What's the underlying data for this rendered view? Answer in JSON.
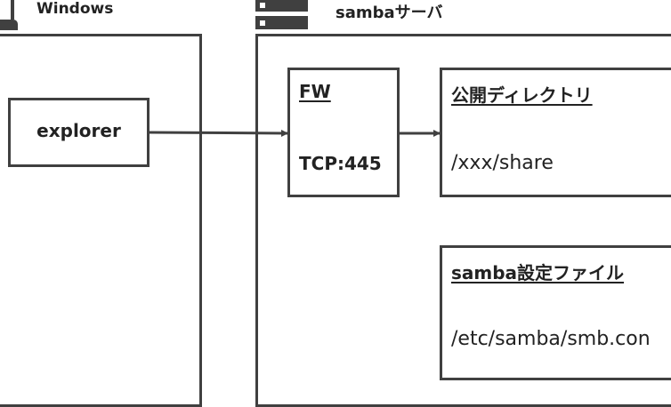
{
  "windows_zone": {
    "title": "Windows",
    "icon": "pc-monitor-icon"
  },
  "samba_zone": {
    "title": "sambaサーバ",
    "icon": "server-icon"
  },
  "explorer_box": {
    "label": "explorer"
  },
  "fw_box": {
    "title": "FW",
    "detail": "TCP:445"
  },
  "public_dir_box": {
    "title": "公開ディレクトリ",
    "detail": "/xxx/share"
  },
  "config_box": {
    "title": "samba設定ファイル",
    "detail": "/etc/samba/smb.con"
  },
  "colors": {
    "stroke": "#404040",
    "background": "#ffffff",
    "text": "#222222"
  }
}
